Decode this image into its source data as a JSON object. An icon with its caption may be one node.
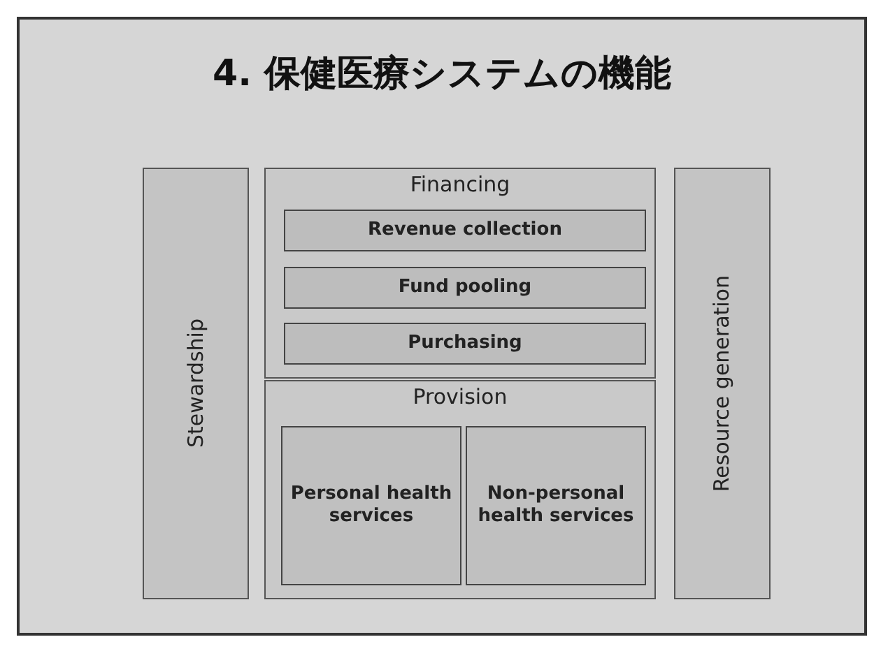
{
  "diagram": {
    "title": "4. 保健医療システムの機能",
    "nodes": [
      {
        "text": [
          "Stewardship"
        ]
      },
      {
        "text": [
          "Financing"
        ]
      },
      {
        "text": [
          "Revenue collection"
        ],
        "in": 1
      },
      {
        "text": [
          "Fund pooling"
        ],
        "in": 1
      },
      {
        "text": [
          "Purchasing"
        ],
        "in": 1
      },
      {
        "text": [
          "Provision"
        ]
      },
      {
        "text": [
          "Personal health services"
        ],
        "in": 5
      },
      {
        "text": [
          "Non-personal health services"
        ],
        "in": 5
      },
      {
        "text": [
          "Resource generation"
        ]
      }
    ]
  }
}
